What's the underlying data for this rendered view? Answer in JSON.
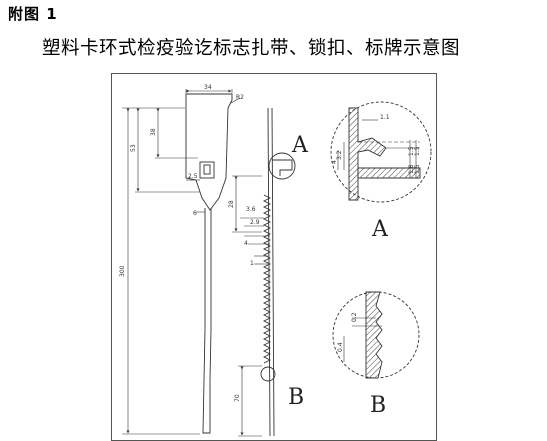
{
  "header": {
    "figure_label": "附图 1"
  },
  "title": "塑料卡环式检疫验讫标志扎带、锁扣、标牌示意图",
  "callouts": {
    "a": "A",
    "b": "B"
  },
  "detail_labels": {
    "a": "A",
    "b": "B"
  },
  "dims": {
    "tag_width": "34",
    "corner_radius": "R2",
    "overall_length": "300",
    "tag_height": "53",
    "hole_offset": "38",
    "strap_width": "6",
    "side_width": "2.5",
    "tail_length": "70",
    "tooth_zone": "28",
    "pitch": "3.6",
    "tooth_depth": "2.9",
    "step_a": "4",
    "step_b": "1",
    "det_a_top": "1.1",
    "det_a_left1": "3.2",
    "det_a_left2": "4",
    "det_a_right1": "1.5",
    "det_a_right2": "1.5",
    "det_a_right3": "1.8",
    "det_a_right4": "1.5",
    "det_b_top": "0.2",
    "det_b_left": "0.4"
  }
}
